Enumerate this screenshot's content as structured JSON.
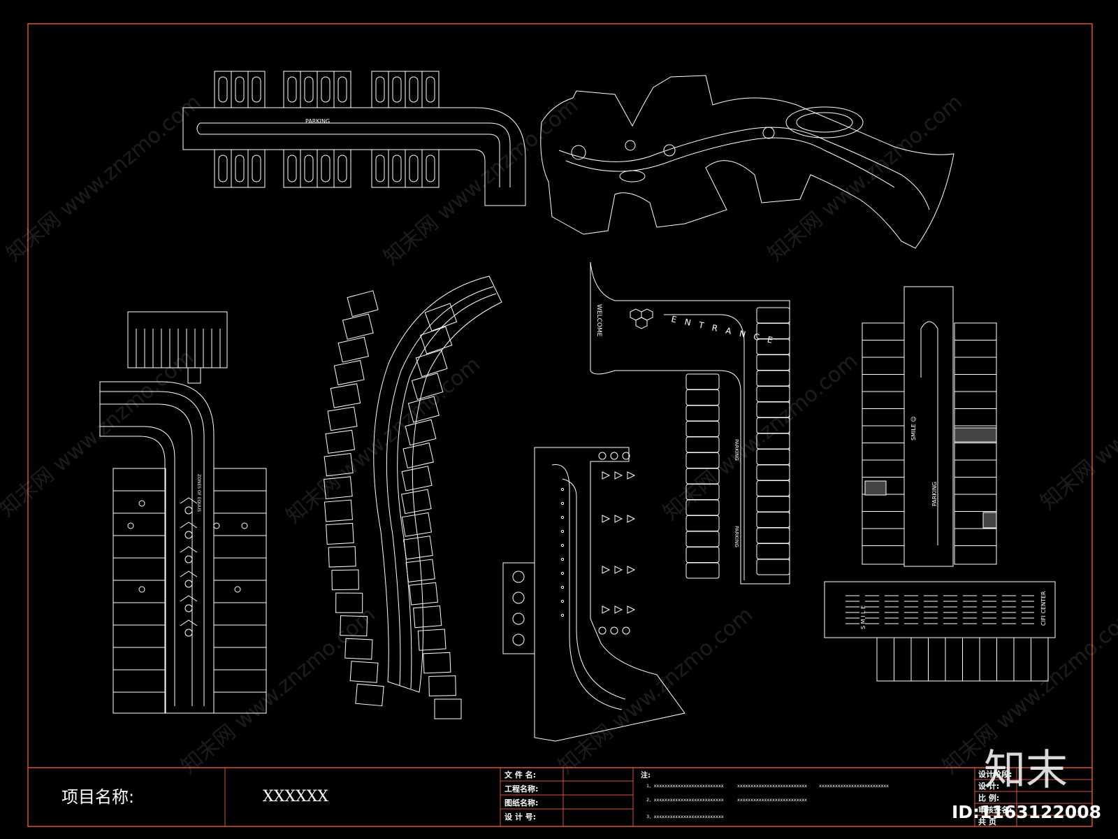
{
  "colors": {
    "background": "#000000",
    "linework": "#ffffff",
    "frame": "#d9533b"
  },
  "title_block": {
    "project_label": "项目名称:",
    "project_value": "XXXXXX",
    "fields": [
      "文 件 名:",
      "工程名称:",
      "图纸名称:",
      "设 计 号:"
    ],
    "notes_label": "注:",
    "notes": [
      "1、xxxxxxxxxxxxxxxxxxxxxxxxxx",
      "xxxxxxxxxxxxxxxxxxxxxxxxxx",
      "xxxxxxxxxxxxxxxxxxxxxxxxxx",
      "2、xxxxxxxxxxxxxxxxxxxxxxxxxx",
      "xxxxxxxxxxxxxxxxxxxxxxxxxx",
      "3、xxxxxxxxxxxxxxxxxxxxxxxxxx"
    ],
    "right_labels": [
      "设计阶段:",
      "设 计:",
      "比 例:",
      "审核签名:",
      "共 页"
    ]
  },
  "plan_labels": {
    "parking1": "PARKING",
    "welcome": "WELCOME",
    "entrance": "E N T R A N C E",
    "parking_vertical_a": "PARKING",
    "parking_vertical_b": "PARKING",
    "smile_upper": "SMILE ☺",
    "parking_right": "PARKING",
    "smile_lower": "S M I L E",
    "cifi_center": "CIFI CENTER",
    "rotated_left": "ZONES OF EQUUS"
  },
  "watermark": {
    "site_text": "知末网 www.znzmo.com",
    "logo_text": "知末",
    "id_text": "ID:1163122008"
  }
}
